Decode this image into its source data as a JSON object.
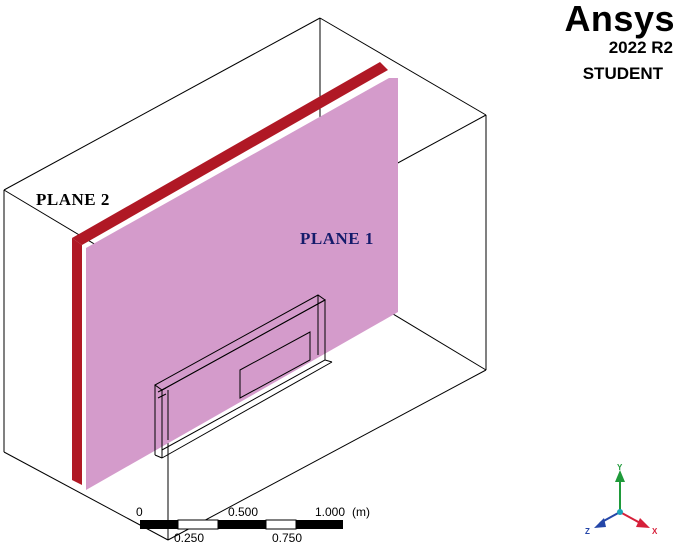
{
  "branding": {
    "name": "Ansys",
    "version": "2022 R2",
    "edition": "STUDENT"
  },
  "labels": {
    "plane1": "PLANE 1",
    "plane2": "PLANE 2"
  },
  "colors": {
    "plane1_fill": "#d49bcb",
    "plane2_fill": "#b01825",
    "plane1_text": "#141b6b",
    "plane2_text": "#000000",
    "axis_x": "#d6203a",
    "axis_y": "#1f9a3a",
    "axis_z": "#2446a8"
  },
  "scale_bar": {
    "top_labels": [
      "0",
      "0.500",
      "1.000"
    ],
    "unit": "(m)",
    "bottom_labels": [
      "0.250",
      "0.750"
    ]
  },
  "triad": {
    "x_label": "X",
    "y_label": "Y",
    "z_label": "Z"
  }
}
